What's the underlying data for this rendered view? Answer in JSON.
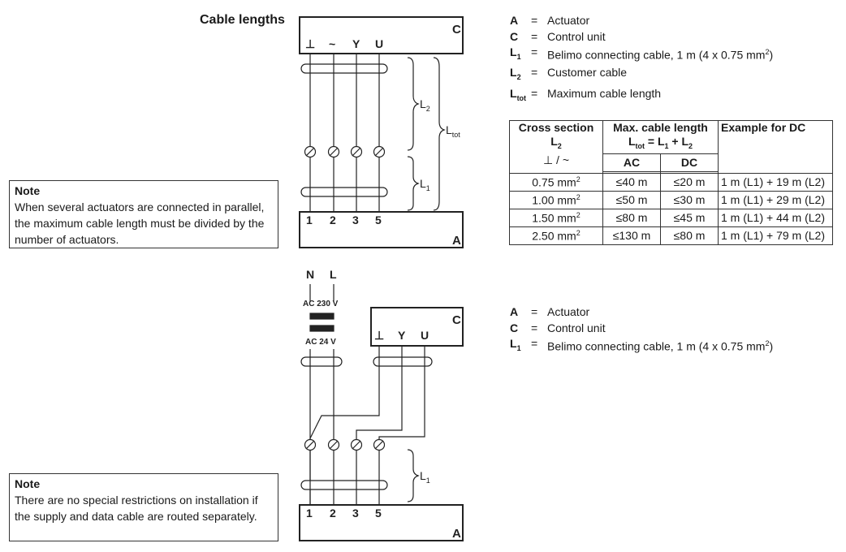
{
  "title": "Cable lengths",
  "note1": {
    "heading": "Note",
    "lines": [
      "When several actuators are connected in parallel,",
      "the maximum cable length must be divided by the",
      "number of actuators."
    ]
  },
  "note2": {
    "heading": "Note",
    "lines": [
      "There are no special restrictions on installation if",
      "the supply and data cable are routed separately."
    ]
  },
  "legend1": [
    {
      "sym": "A",
      "sub": "",
      "text": "Actuator",
      "sup": ""
    },
    {
      "sym": "C",
      "sub": "",
      "text": "Control unit",
      "sup": ""
    },
    {
      "sym": "L",
      "sub": "1",
      "text": "Belimo connecting cable, 1 m (4 x 0.75 mm",
      "sup": "2",
      "tail": ")"
    },
    {
      "sym": "L",
      "sub": "2",
      "text": "Customer cable",
      "sup": ""
    },
    {
      "sym": "L",
      "sub": "tot",
      "text": "Maximum cable length",
      "sup": ""
    }
  ],
  "legend2": [
    {
      "sym": "A",
      "sub": "",
      "text": "Actuator",
      "sup": ""
    },
    {
      "sym": "C",
      "sub": "",
      "text": "Control unit",
      "sup": ""
    },
    {
      "sym": "L",
      "sub": "1",
      "text": "Belimo connecting cable, 1 m (4 x 0.75 mm",
      "sup": "2",
      "tail": ")"
    }
  ],
  "eq": "=",
  "table": {
    "h_cross": "Cross section",
    "h_l2": "L",
    "h_l2_sub": "2",
    "h_sym": "⊥ / ~",
    "h_max": "Max. cable length",
    "h_ltot": "L",
    "h_ltot_sub": "tot",
    "h_ltot_eq": " = L",
    "h_ltot_sub1": "1",
    "h_ltot_plus": " + L",
    "h_ltot_sub2": "2",
    "h_ac": "AC",
    "h_dc": "DC",
    "h_ex": "Example for DC",
    "rows": [
      {
        "cs": "0.75 mm",
        "ac": "≤40 m",
        "dc": "≤20 m",
        "ex": "1 m (L1) + 19 m (L2)"
      },
      {
        "cs": "1.00 mm",
        "ac": "≤50 m",
        "dc": "≤30 m",
        "ex": "1 m (L1) + 29 m (L2)"
      },
      {
        "cs": "1.50 mm",
        "ac": "≤80 m",
        "dc": "≤45 m",
        "ex": "1 m (L1) + 44 m (L2)"
      },
      {
        "cs": "2.50 mm",
        "ac": "≤130 m",
        "dc": "≤80 m",
        "ex": "1 m (L1) + 79 m (L2)"
      }
    ],
    "sq": "2"
  },
  "diagram1": {
    "c_label": "C",
    "a_label": "A",
    "top_terms": [
      "⊥",
      "~",
      "Y",
      "U"
    ],
    "bottom_terms": [
      "1",
      "2",
      "3",
      "5"
    ],
    "l2": "L",
    "l2_sub": "2",
    "l1": "L",
    "l1_sub": "1",
    "ltot": "L",
    "ltot_sub": "tot"
  },
  "diagram2": {
    "c_label": "C",
    "a_label": "A",
    "top_terms": [
      "⊥",
      "Y",
      "U"
    ],
    "bottom_terms": [
      "1",
      "2",
      "3",
      "5"
    ],
    "n": "N",
    "l": "L",
    "ac230": "AC 230 V",
    "ac24": "AC 24 V",
    "l1": "L",
    "l1_sub": "1"
  }
}
